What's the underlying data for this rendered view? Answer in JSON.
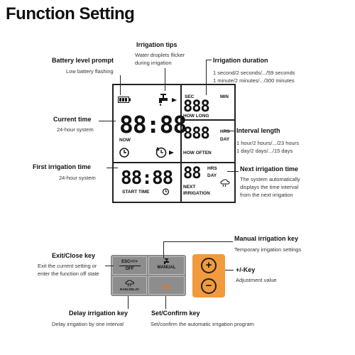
{
  "title": "Function Setting",
  "labels": {
    "irrigation_tips": {
      "title": "Irrigation tips",
      "lines": [
        "Water droplets flicker",
        "during irrigation"
      ]
    },
    "battery": {
      "title": "Battery level prompt",
      "lines": [
        "Low battery flashing"
      ]
    },
    "duration": {
      "title": "Irrigation duration",
      "lines": [
        "1 second/2 seconds/.../59 seconds",
        "1 minute/2 minutes/.../300 minutes"
      ]
    },
    "current_time": {
      "title": "Current time",
      "lines": [
        "24-hour system"
      ]
    },
    "interval": {
      "title": "Interval length",
      "lines": [
        "1 hour/2 hours/.../23 hours",
        "1 day/2 days/.../15 days"
      ]
    },
    "first_time": {
      "title": "First irrigation time",
      "lines": [
        "24-hour system"
      ]
    },
    "next_time": {
      "title": "Next irrigation time",
      "lines": [
        "The system automatically",
        "displays the time interval",
        "from the next irrigation"
      ]
    },
    "manual_key": {
      "title": "Manual irrigation key",
      "lines": [
        "Temporary irrigation settings"
      ]
    },
    "exit_key": {
      "title": "Exit/Close key",
      "lines": [
        "Exit the current setting or",
        "enter the function off state"
      ]
    },
    "plus_minus": {
      "title": "+/-Key",
      "lines": [
        "Adjustment value"
      ]
    },
    "delay_key": {
      "title": "Delay irrigation key",
      "lines": [
        "Delay irrigation by one interval"
      ]
    },
    "set_key": {
      "title": "Set/Confirm key",
      "lines": [
        "Set/confirm the automatic irrigation program"
      ]
    }
  },
  "lcd": {
    "sec": "SEC",
    "min": "MIN",
    "duration_digits": "888",
    "how_long": "HOW LONG",
    "clock_digits": "88:88",
    "now": "NOW",
    "hrs1": "HRS",
    "day1": "DAY",
    "interval_digits": "888",
    "how_often": "HOW OFTEN",
    "start_digits": "88:88",
    "start_time": "START TIME",
    "next_digits": "88",
    "hrs2": "HRS",
    "day2": "DAY",
    "next": "NEXT",
    "irrigation": "IRRIGATION"
  },
  "keys": {
    "esc_top": "ESC<=>",
    "esc_bottom": "OFF",
    "manual": "MANUAL",
    "rain_delay": "RAIN DELAY",
    "set_ok": "OK",
    "plus": "+",
    "minus": "−"
  },
  "colors": {
    "orange": "#f19a3e",
    "keypad": "#8c8c8c",
    "set_text": "#e8742a"
  }
}
